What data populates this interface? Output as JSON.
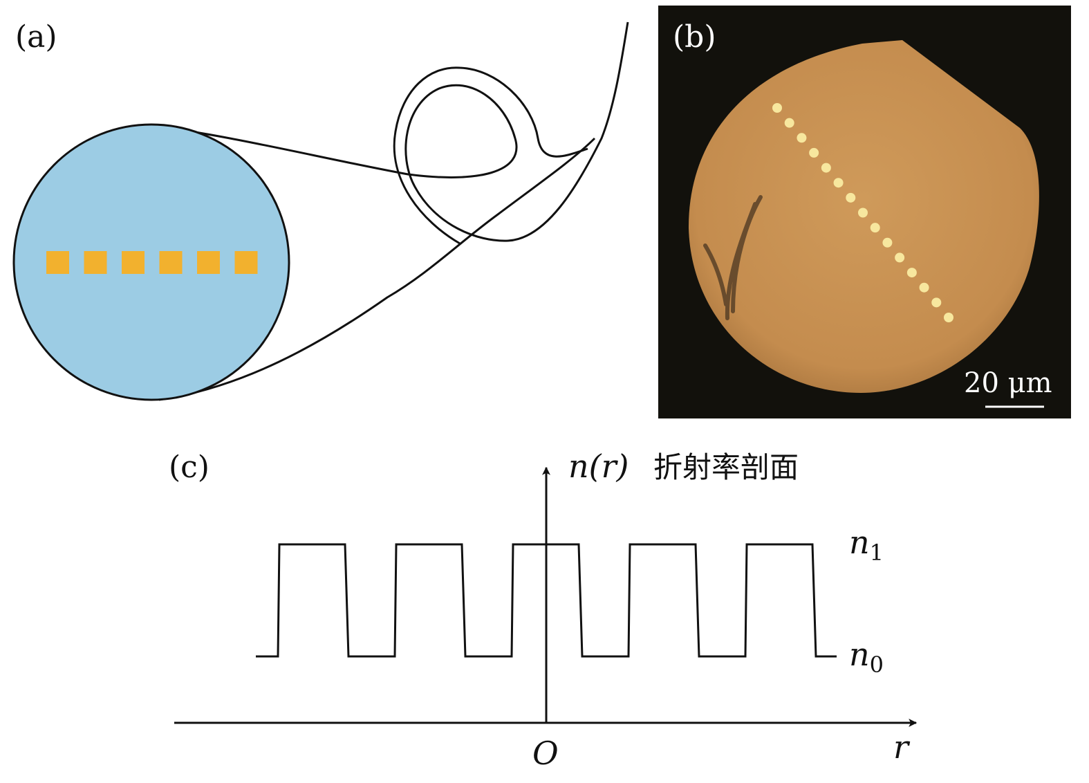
{
  "panels": {
    "a": {
      "label": "(a)",
      "cross_section_fill": "#9ccce4",
      "core_fill": "#f2b12e",
      "core_count": 6
    },
    "b": {
      "label": "(b)",
      "scale_bar_text": "20 μm",
      "background_color": "#12110c",
      "face_color": "#c99253",
      "dot_color": "#f7e79e",
      "dot_count": 15
    },
    "c": {
      "label": "(c)",
      "y_axis_label": "n(r)",
      "y_axis_label_cjk": "折射率剖面",
      "x_axis_label": "r",
      "origin_label": "O",
      "level_high": {
        "symbol": "n",
        "subscript": "1"
      },
      "level_low": {
        "symbol": "n",
        "subscript": "0"
      },
      "profile_periods": 5
    }
  }
}
